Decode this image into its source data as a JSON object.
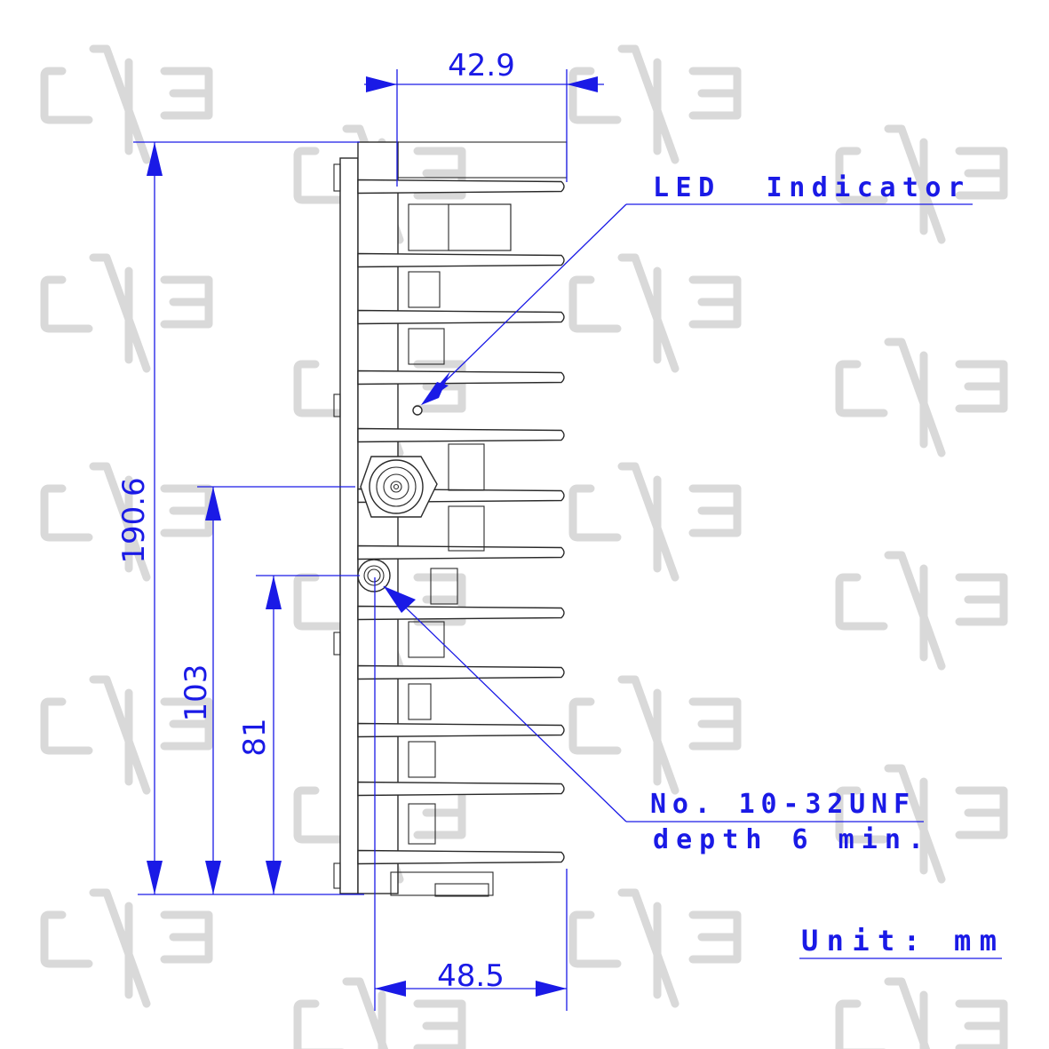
{
  "drawing": {
    "dimensions": {
      "top_width": "42.9",
      "bottom_width": "48.5",
      "overall_height": "190.6",
      "mount_height": "103",
      "screw_height": "81"
    },
    "callouts": {
      "led": "LED  Indicator",
      "thread_line1": "No. 10-32UNF",
      "thread_line2": "depth 6 min."
    },
    "unit": "Unit: mm"
  },
  "colors": {
    "dimension": "#1a1ae6",
    "outline": "#2a2a2a",
    "watermark": "#d9d9d9"
  }
}
